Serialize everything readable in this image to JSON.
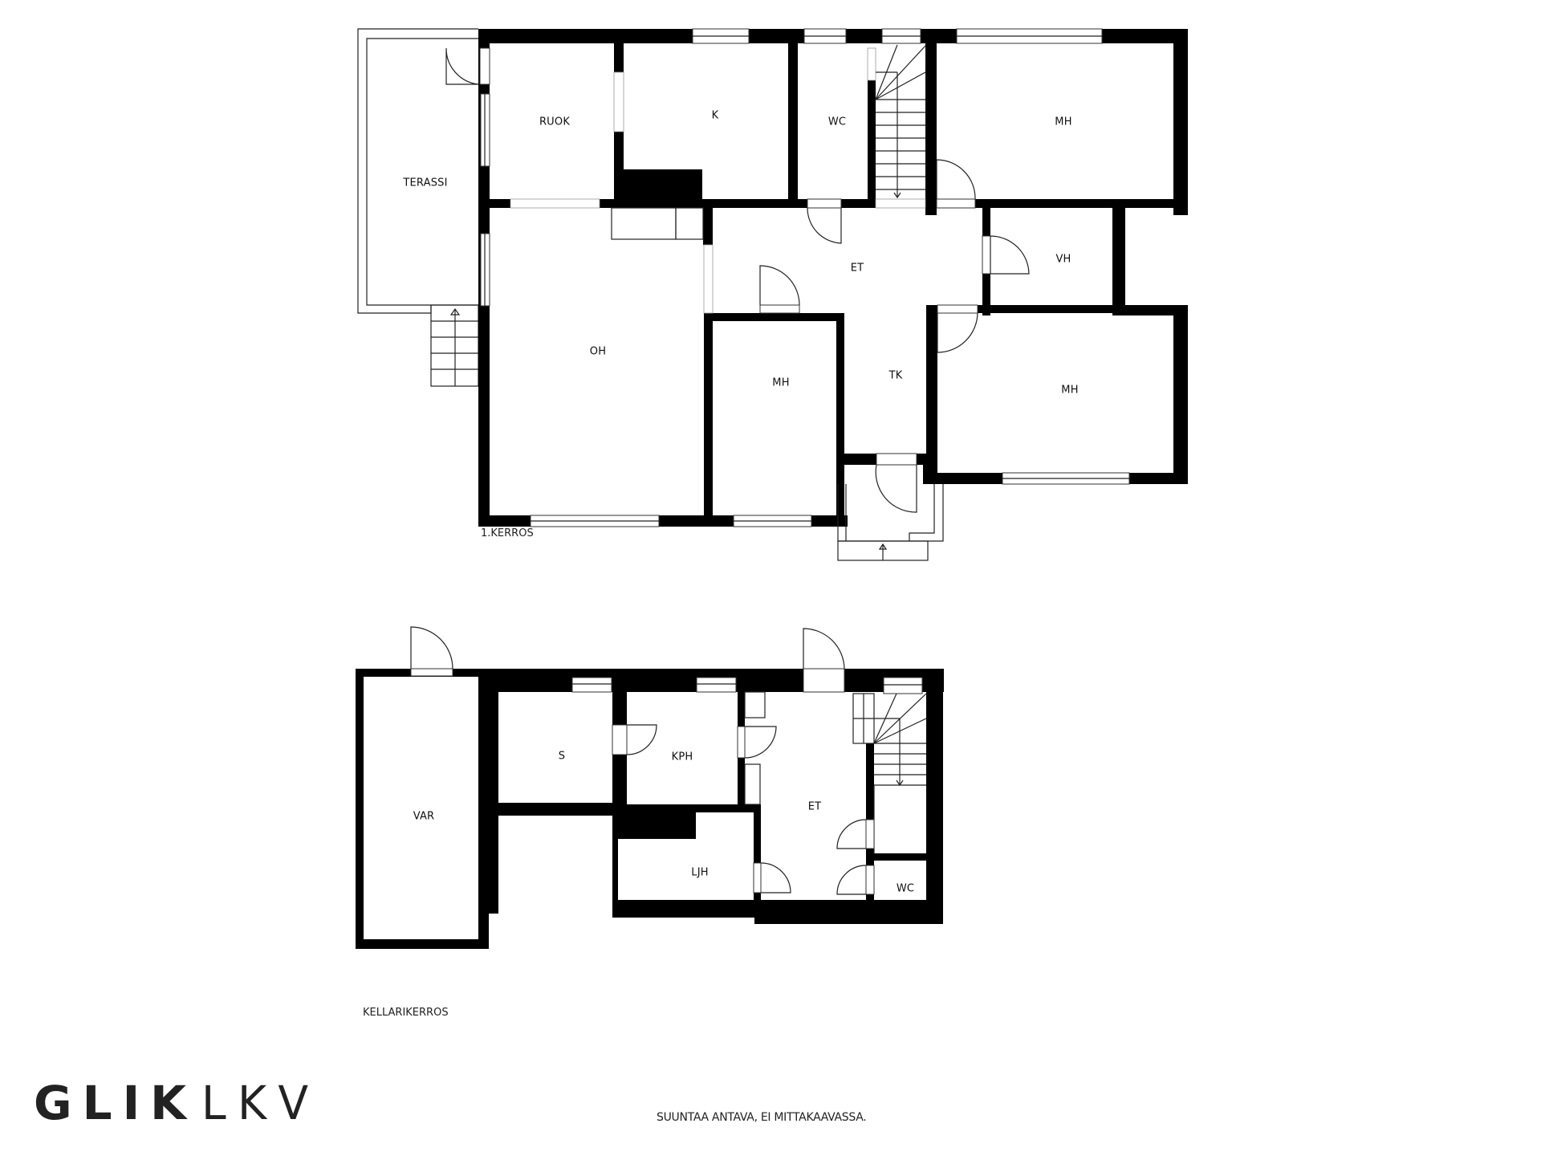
{
  "floors": {
    "first": {
      "title": "1.KERROS",
      "rooms": {
        "terassi": "TERASSI",
        "ruok": "RUOK",
        "k": "K",
        "wc": "WC",
        "mh_top": "MH",
        "et": "ET",
        "vh": "VH",
        "oh": "OH",
        "mh_mid": "MH",
        "tk": "TK",
        "mh_right": "MH"
      }
    },
    "basement": {
      "title": "KELLARIKERROS",
      "rooms": {
        "var": "VAR",
        "s": "S",
        "kph": "KPH",
        "et": "ET",
        "ljh": "LJH",
        "wc": "WC"
      }
    }
  },
  "footer": {
    "logo_bold": "GLIK",
    "logo_light": "LKV",
    "disclaimer": "SUUNTAA ANTAVA, EI MITTAKAAVASSA."
  },
  "colors": {
    "wall": "#000000",
    "background": "#ffffff",
    "text": "#222222"
  }
}
